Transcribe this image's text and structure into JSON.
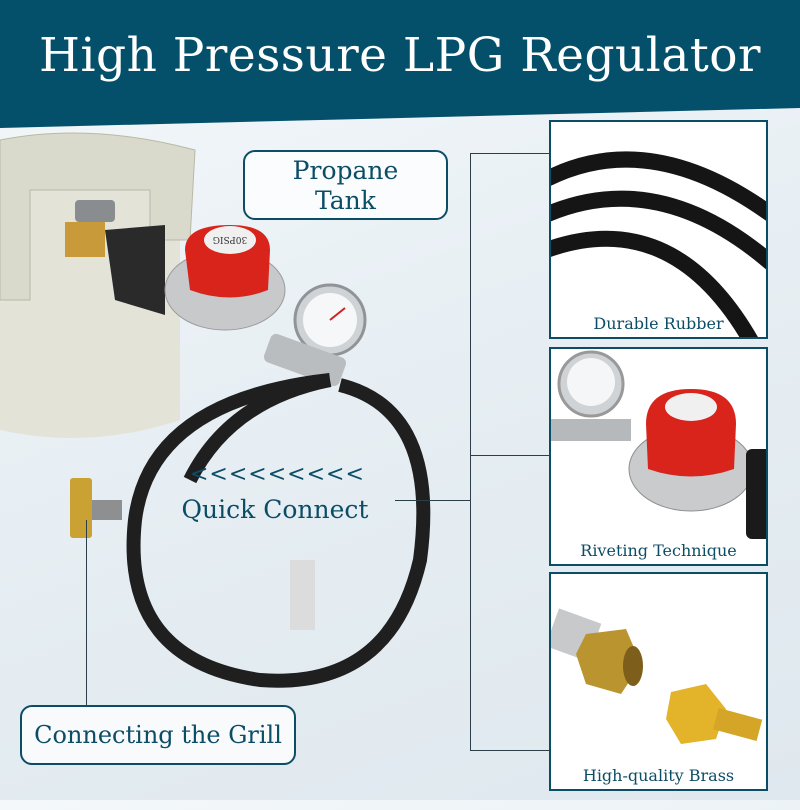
{
  "header": {
    "title": "High Pressure LPG Regulator",
    "color": "#04506a"
  },
  "callouts": {
    "propane_tank": "Propane\nTank",
    "propane_line1": "Propane",
    "propane_line2": "Tank",
    "quick_connect_arrows": "<<<<<<<<<",
    "quick_connect": "Quick Connect",
    "connecting_grill": "Connecting the Grill"
  },
  "panels": [
    {
      "label": "Durable Rubber"
    },
    {
      "label": "Riveting Technique"
    },
    {
      "label": "High-quality Brass"
    }
  ],
  "product": {
    "regulator_dial_text": "30PSIG"
  }
}
